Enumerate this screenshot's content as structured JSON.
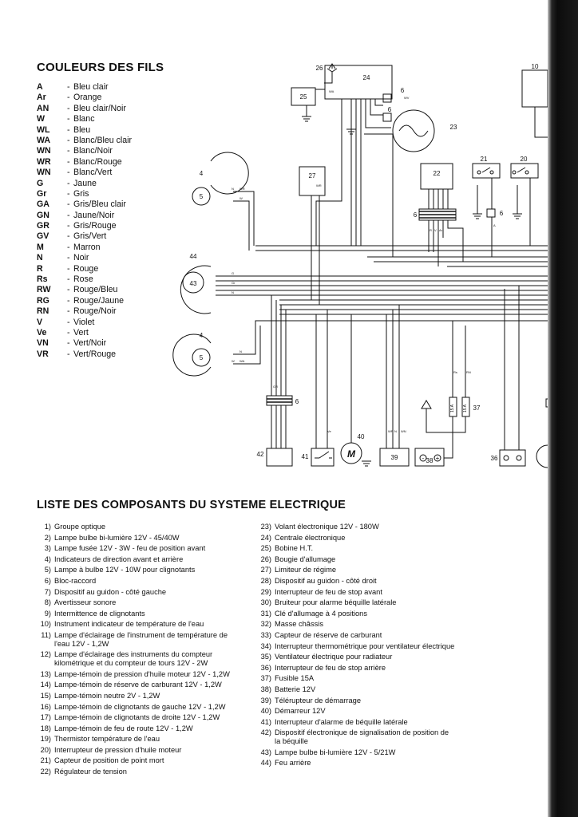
{
  "color_legend": {
    "title": "COULEURS DES FILS",
    "entries": [
      {
        "code": "A",
        "name": "Bleu clair"
      },
      {
        "code": "Ar",
        "name": "Orange"
      },
      {
        "code": "AN",
        "name": "Bleu clair/Noir"
      },
      {
        "code": "W",
        "name": "Blanc"
      },
      {
        "code": "WL",
        "name": "Bleu"
      },
      {
        "code": "WA",
        "name": "Blanc/Bleu clair"
      },
      {
        "code": "WN",
        "name": "Blanc/Noir"
      },
      {
        "code": "WR",
        "name": "Blanc/Rouge"
      },
      {
        "code": "WN",
        "name": "Blanc/Vert"
      },
      {
        "code": "G",
        "name": "Jaune"
      },
      {
        "code": "Gr",
        "name": "Gris"
      },
      {
        "code": "GA",
        "name": "Gris/Bleu clair"
      },
      {
        "code": "GN",
        "name": "Jaune/Noir"
      },
      {
        "code": "GR",
        "name": "Gris/Rouge"
      },
      {
        "code": "GV",
        "name": "Gris/Vert"
      },
      {
        "code": "M",
        "name": "Marron"
      },
      {
        "code": "N",
        "name": "Noir"
      },
      {
        "code": "R",
        "name": "Rouge"
      },
      {
        "code": "Rs",
        "name": "Rose"
      },
      {
        "code": "RW",
        "name": "Rouge/Bleu"
      },
      {
        "code": "RG",
        "name": "Rouge/Jaune"
      },
      {
        "code": "RN",
        "name": "Rouge/Noir"
      },
      {
        "code": "V",
        "name": "Violet"
      },
      {
        "code": "Ve",
        "name": "Vert"
      },
      {
        "code": "VN",
        "name": "Vert/Noir"
      },
      {
        "code": "VR",
        "name": "Vert/Rouge"
      }
    ]
  },
  "diagram": {
    "component_numbers": {
      "c26": "26",
      "c24": "24",
      "c25": "25",
      "c6a": "6",
      "c6b": "6",
      "c23": "23",
      "c10": "10",
      "c4a": "4",
      "c5a": "5",
      "c27": "27",
      "c22": "22",
      "c21": "21",
      "c20": "20",
      "c6c": "6",
      "c6d": "6",
      "c44": "44",
      "c43": "43",
      "c4b": "4",
      "c5b": "5",
      "c6e": "6",
      "c37": "37",
      "c40": "40",
      "c42": "42",
      "c41": "41",
      "c39": "39",
      "c38": "38",
      "c36": "36"
    },
    "fuse_labels": {
      "f1": "15 A",
      "f2": "15 A"
    },
    "motor_symbol": "M",
    "battery_minus": "-",
    "battery_plus": "+",
    "wire_codes": {
      "w1": "WA",
      "w2": "WR",
      "w3": "W",
      "w4": "N",
      "w5": "WR",
      "w6": "N",
      "w7": "WA",
      "w8": "W",
      "w9": "Ve",
      "w10": "WR",
      "w11": "N",
      "w12": "WN",
      "w13": "G",
      "w14": "Gr",
      "w15": "N",
      "w16": "R",
      "w17": "V",
      "w18": "Ar",
      "w19": "A",
      "w20": "Rs",
      "w21": "RN",
      "w22": "WV",
      "w23": "GR"
    }
  },
  "components_list": {
    "title": "LISTE DES COMPOSANTS DU SYSTEME ELECTRIQUE",
    "left": [
      {
        "num": "1)",
        "text": "Groupe optique"
      },
      {
        "num": "2)",
        "text": "Lampe bulbe bi-lumière 12V - 45/40W"
      },
      {
        "num": "3)",
        "text": "Lampe fusée 12V - 3W - feu de position avant"
      },
      {
        "num": "4)",
        "text": "Indicateurs de direction avant et arrière"
      },
      {
        "num": "5)",
        "text": "Lampe à bulbe 12V - 10W pour clignotants"
      },
      {
        "num": "6)",
        "text": "Bloc-raccord"
      },
      {
        "num": "7)",
        "text": "Dispositif au guidon - côté gauche"
      },
      {
        "num": "8)",
        "text": "Avertisseur sonore"
      },
      {
        "num": "9)",
        "text": "Intermittence de clignotants"
      },
      {
        "num": "10)",
        "text": "Instrument indicateur de température de l'eau"
      },
      {
        "num": "11)",
        "text": "Lampe d'éclairage de l'instrument de température de l'eau 12V - 1,2W"
      },
      {
        "num": "12)",
        "text": "Lampe d'éclairage des instruments du compteur kilométrique et du compteur de tours 12V - 2W"
      },
      {
        "num": "13)",
        "text": "Lampe-témoin de pression d'huile moteur 12V - 1,2W"
      },
      {
        "num": "14)",
        "text": "Lampe-témoin de réserve de carburant 12V - 1,2W"
      },
      {
        "num": "15)",
        "text": "Lampe-témoin neutre 2V - 1,2W"
      },
      {
        "num": "16)",
        "text": "Lampe-témoin de clignotants de gauche 12V - 1,2W"
      },
      {
        "num": "17)",
        "text": "Lampe-témoin de clignotants de droite 12V - 1,2W"
      },
      {
        "num": "18)",
        "text": "Lampe-témoin de feu de route 12V - 1,2W"
      },
      {
        "num": "19)",
        "text": "Thermistor température de l'eau"
      },
      {
        "num": "20)",
        "text": "Interrupteur de pression d'huile moteur"
      },
      {
        "num": "21)",
        "text": "Capteur de position de point mort"
      },
      {
        "num": "22)",
        "text": "Régulateur de tension"
      }
    ],
    "right": [
      {
        "num": "23)",
        "text": "Volant électronique 12V - 180W"
      },
      {
        "num": "24)",
        "text": "Centrale électronique"
      },
      {
        "num": "25)",
        "text": "Bobine H.T."
      },
      {
        "num": "26)",
        "text": "Bougie d'allumage"
      },
      {
        "num": "27)",
        "text": "Limiteur de régime"
      },
      {
        "num": "28)",
        "text": "Dispositif au guidon - côté droit"
      },
      {
        "num": "29)",
        "text": "Interrupteur de feu de stop avant"
      },
      {
        "num": "30)",
        "text": "Bruiteur pour alarme béquille latérale"
      },
      {
        "num": "31)",
        "text": "Clé d'allumage à 4 positions"
      },
      {
        "num": "32)",
        "text": "Masse châssis"
      },
      {
        "num": "33)",
        "text": "Capteur de réserve de carburant"
      },
      {
        "num": "34)",
        "text": "Interrupteur thermométrique pour ventilateur électrique"
      },
      {
        "num": "35)",
        "text": "Ventilateur électrique pour radiateur"
      },
      {
        "num": "36)",
        "text": "Interrupteur de feu de stop arrière"
      },
      {
        "num": "37)",
        "text": "Fusible 15A"
      },
      {
        "num": "38)",
        "text": "Batterie 12V"
      },
      {
        "num": "39)",
        "text": "Télérupteur de démarrage"
      },
      {
        "num": "40)",
        "text": "Démarreur 12V"
      },
      {
        "num": "41)",
        "text": "Interrupteur d'alarme de béquille latérale"
      },
      {
        "num": "42)",
        "text": "Dispositif électronique de signalisation de position de la béquille"
      },
      {
        "num": "43)",
        "text": "Lampe bulbe bi-lumière 12V - 5/21W"
      },
      {
        "num": "44)",
        "text": "Feu arrière"
      }
    ]
  }
}
